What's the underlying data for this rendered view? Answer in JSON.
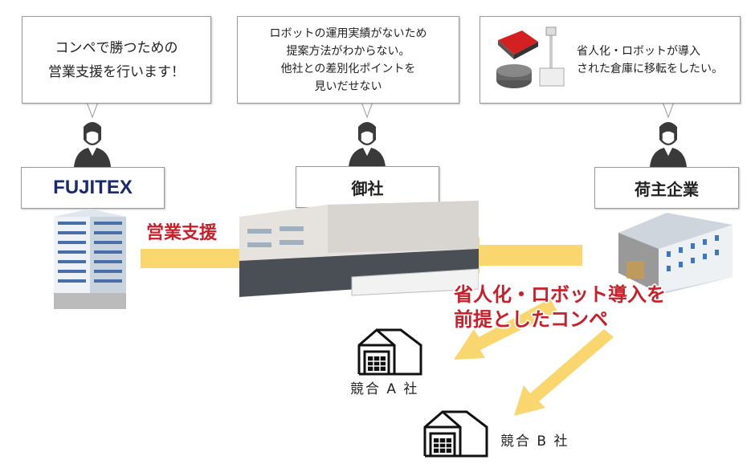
{
  "bubbles": {
    "fujitex": {
      "lines": [
        "コンペで勝つための",
        "営業支援を行います！"
      ]
    },
    "client": {
      "lines": [
        "ロボットの運用実績がないため",
        "提案方法がわからない。",
        "他社との差別化ポイントを",
        "見いだせない"
      ]
    },
    "shipper": {
      "lines": [
        "省人化・ロボットが導入",
        "された倉庫に移転をしたい。"
      ]
    }
  },
  "labels": {
    "fujitex": "FUJITEX",
    "client": "御社",
    "shipper": "荷主企業"
  },
  "arrows": {
    "sales_support": "営業支援",
    "compe_line1": "省人化・ロボット導入を",
    "compe_line2": "前提としたコンペ"
  },
  "competitors": {
    "a": "競合 A 社",
    "b": "競合 B 社"
  },
  "colors": {
    "arrow": "#f9d66e",
    "accent_red": "#c8202a",
    "logo_blue": "#1a2a6c"
  }
}
